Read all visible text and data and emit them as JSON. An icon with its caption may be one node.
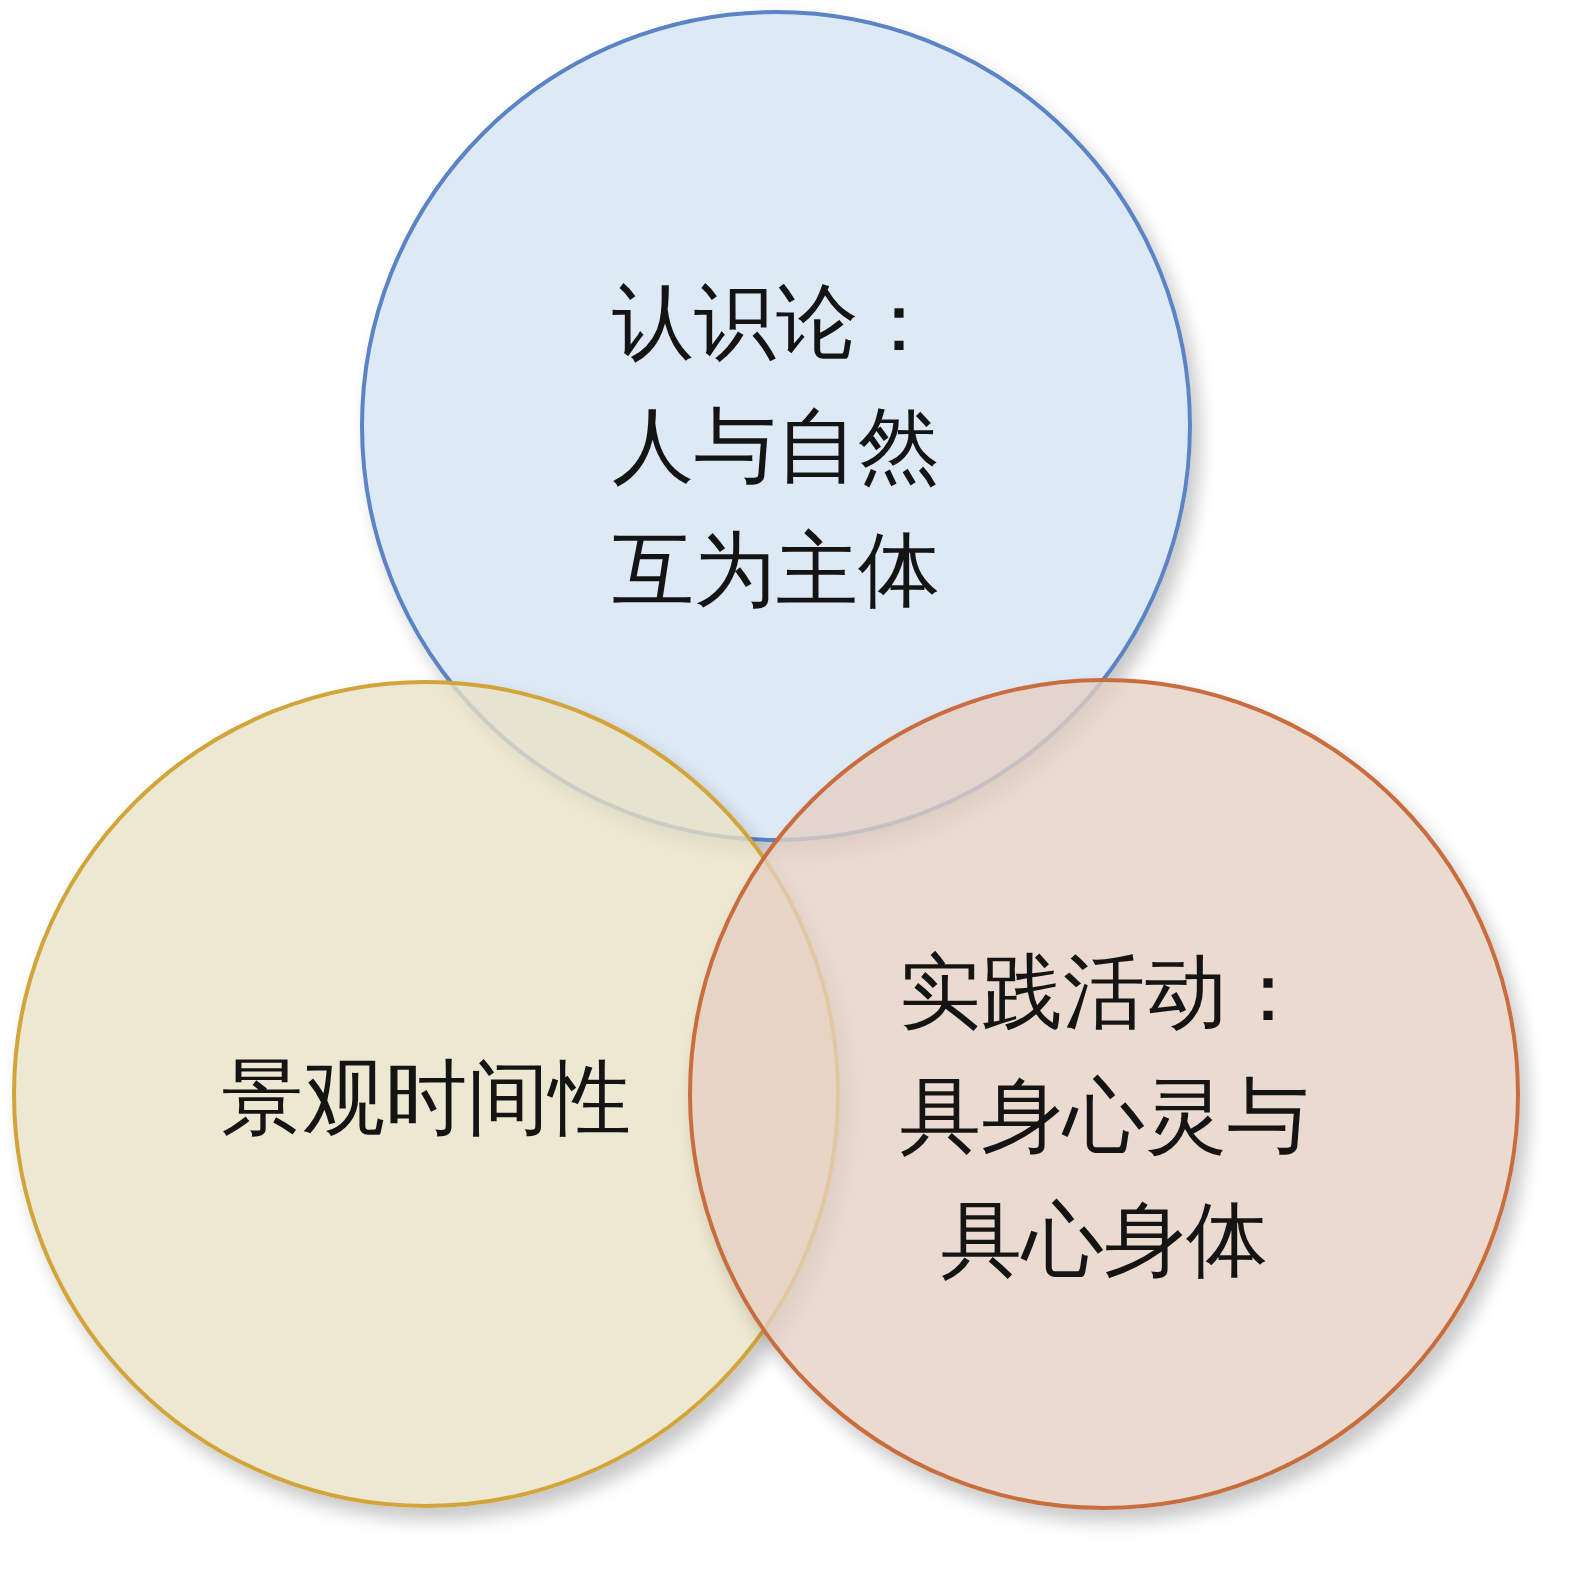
{
  "diagram": {
    "nodes": [
      {
        "text": [
          "认识论：",
          "人与自然互为主体"
        ]
      },
      {
        "text": [
          "景观时间性"
        ]
      },
      {
        "text": [
          "实践活动：",
          "具身心灵与具心身体"
        ]
      }
    ]
  }
}
